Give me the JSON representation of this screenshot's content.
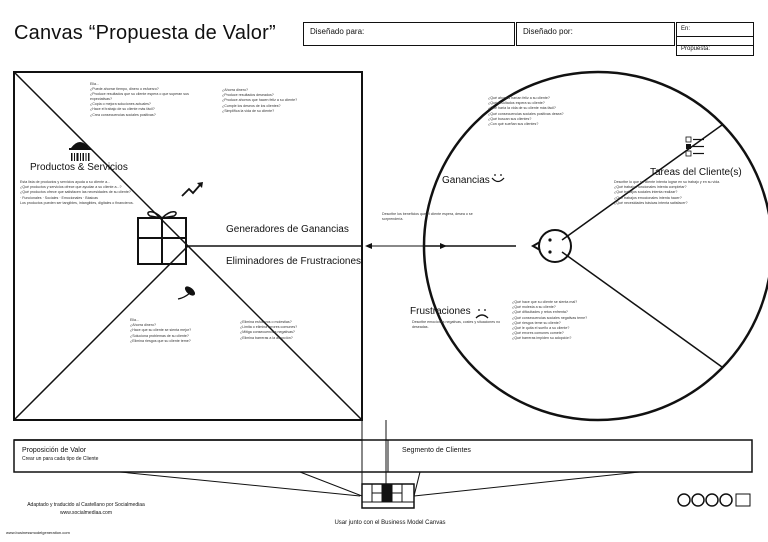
{
  "header": {
    "title": "Canvas “Propuesta de Valor”",
    "designed_for_label": "Diseñado para:",
    "designed_by_label": "Diseñado por:",
    "on_label": "En:",
    "iteration_label": "Propuesta:"
  },
  "left_square": {
    "products_services": "Productos & Servicios",
    "gain_creators": "Generadores de Ganancias",
    "pain_relievers": "Eliminadores de Frustraciones",
    "products_text": [
      "Esta lista de productos y servicios ayuda a su cliente a...",
      "¿Qué productos y servicios ofrece que ayudan a su cliente a...?",
      "¿Qué productos ofrece que satisfacen las necesidades de su cliente?",
      "· Funcionales · Sociales · Emocionales · Básicas",
      "Los productos pueden ser tangibles, intangibles, digitales o financieros."
    ],
    "top_text": [
      "Ella...",
      "¿Puede ahorrar tiempo, dinero o esfuerzo?",
      "¿Produce resultados que su cliente espera o que superan sus expectativas?",
      "¿Copia o mejora soluciones actuales?",
      "¿Hace el trabajo de su cliente más fácil?",
      "¿Crea consecuencias sociales positivas?"
    ],
    "top_right_text": [
      "¿Ahorra dinero?",
      "¿Produce resultados deseados?",
      "¿Produce ahorros que hacen feliz a su cliente?",
      "¿Cumple los deseos de los clientes?",
      "¿Simplifica la vida de su cliente?"
    ],
    "bottom_text": [
      "Ella...",
      "¿Ahorra dinero?",
      "¿Hace que su cliente se sienta mejor?",
      "¿Soluciona problemas de su cliente?",
      "¿Elimina riesgos que su cliente teme?"
    ],
    "bottom_right_text": [
      "¿Elimina esfuerzos o molestias?",
      "¿Limita o elimina errores comunes?",
      "¿Mitiga consecuencias negativas?",
      "¿Elimina barreras a la adopción?"
    ]
  },
  "right_circle": {
    "gains": "Ganancias",
    "pains": "Frustraciones",
    "customer_jobs": "Tareas del Cliente(s)",
    "gains_text": [
      "¿Qué ahorros harían feliz a su cliente?",
      "¿Qué resultados espera su cliente?",
      "¿Qué haría la vida de su cliente más fácil?",
      "¿Qué consecuencias sociales positivas desea?",
      "¿Qué buscan sus clientes?",
      "¿Con qué sueñan sus clientes?"
    ],
    "pains_text": [
      "¿Qué hace que su cliente se sienta mal?",
      "¿Qué molesta a su cliente?",
      "¿Qué dificultades y retos enfrenta?",
      "¿Qué consecuencias sociales negativas teme?",
      "¿Qué riesgos teme su cliente?",
      "¿Qué le quita el sueño a su cliente?",
      "¿Qué errores comunes comete?",
      "¿Qué barreras impiden su adopción?"
    ],
    "jobs_text": [
      "Describe lo que su cliente intenta lograr en su trabajo y en su vida.",
      "¿Qué trabajos funcionales intenta completar?",
      "¿Qué trabajos sociales intenta realizar?",
      "¿Qué trabajos emocionales intenta hacer?",
      "¿Qué necesidades básicas intenta satisfacer?"
    ],
    "left_text": [
      "Describe los beneficios que el cliente espera, desea o se sorprendería."
    ],
    "pains_left_text": [
      "Describe emociones negativas, costes y situaciones no deseadas."
    ]
  },
  "bottom": {
    "value_proposition": "Proposición de Valor",
    "value_proposition_sub": "Crear un para cada tipo de Cliente",
    "customer_segment": "Segmento de Clientes",
    "adapted": "Adaptado y traducido al Castellano por Socialmediaa",
    "site": "www.socialmediaa.com",
    "use_with": "Usar junto con el Business Model Canvas",
    "bottom_site": "www.businessmodelgeneration.com"
  }
}
